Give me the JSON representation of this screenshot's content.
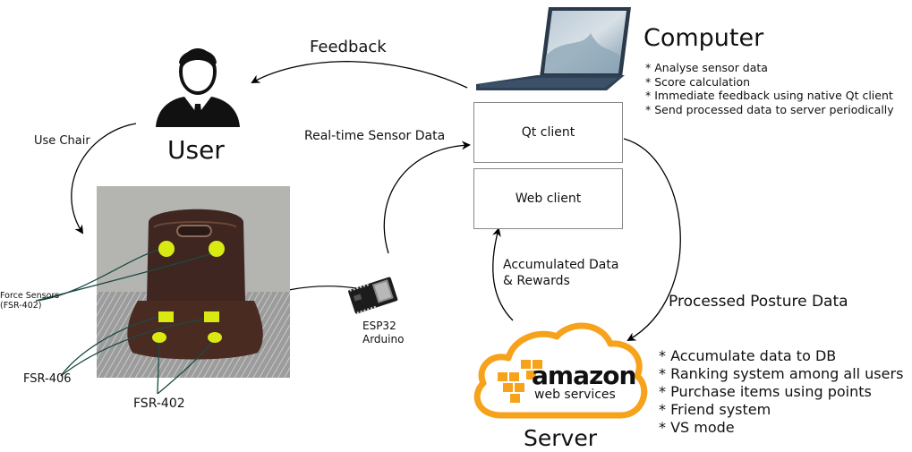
{
  "labels": {
    "feedback": "Feedback",
    "computer": "Computer",
    "user": "User",
    "use_chair": "Use Chair",
    "realtime": "Real-time Sensor Data",
    "qt_client": "Qt client",
    "web_client": "Web client",
    "accumulated_1": "Accumulated Data",
    "accumulated_2": "& Rewards",
    "processed": "Processed Posture Data",
    "esp32_1": "ESP32",
    "esp32_2": "Arduino",
    "force_1": "Force Sensors",
    "force_2": "(FSR-402)",
    "fsr406": "FSR-406",
    "fsr402": "FSR-402",
    "server": "Server",
    "aws_1": "amazon",
    "aws_2": "web services"
  },
  "computer_tasks": [
    "* Analyse sensor data",
    "* Score calculation",
    "* Immediate feedback using native Qt client",
    "* Send processed data to server periodically"
  ],
  "server_features": [
    "* Accumulate data to DB",
    "* Ranking system among all users",
    "* Purchase items using points",
    "* Friend system",
    "* VS mode"
  ],
  "colors": {
    "sensor": "#d9ea12",
    "arrow": "#000000",
    "sensor_line": "#1c4a44",
    "aws_orange": "#f7a21b",
    "chair": "#4a2b22"
  }
}
